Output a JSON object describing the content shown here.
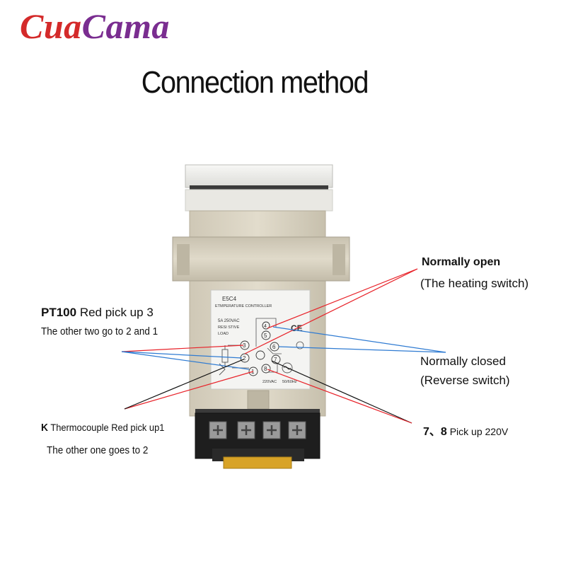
{
  "brand": {
    "parts": [
      "Cua",
      "Cama"
    ],
    "colors": [
      "#d42a2a",
      "#7a2d90"
    ]
  },
  "title": "Connection method",
  "annotations": {
    "normally_open": "Normally open",
    "heating_switch": "(The heating switch)",
    "pt100_code": "PT100",
    "pt100_text": " Red pick up 3",
    "pt100_other": "The other two go to 2 and 1",
    "normally_closed": "Normally closed",
    "reverse_switch": "(Reverse switch)",
    "k_code": "K",
    "k_text": " Thermocouple Red pick up1",
    "k_other": "The other one goes to 2",
    "power_pins": "7、8",
    "power_text": " Pick up 220V"
  },
  "device_label": {
    "model": "E5C4",
    "name": "ETMPERATURE CONTROLLER",
    "rating": "5A  250VAC",
    "load_1": "RESI STIVE",
    "load_2": "LOAD",
    "ce": "CE",
    "supply_v": "220VAC",
    "supply_f": "50/60Hz",
    "terminals": [
      "1",
      "2",
      "3",
      "4",
      "5",
      "6",
      "7",
      "8"
    ]
  },
  "colors": {
    "red_line": "#e8232a",
    "blue_line": "#2f7bd2",
    "black_line": "#111111",
    "housing": "#d8d2c0",
    "socket": "#1e1e1e",
    "base": "#d8a327"
  },
  "icons": [
    "resistor-icon",
    "thermocouple-icon",
    "ac-supply-icon",
    "relay-coil-icon"
  ]
}
